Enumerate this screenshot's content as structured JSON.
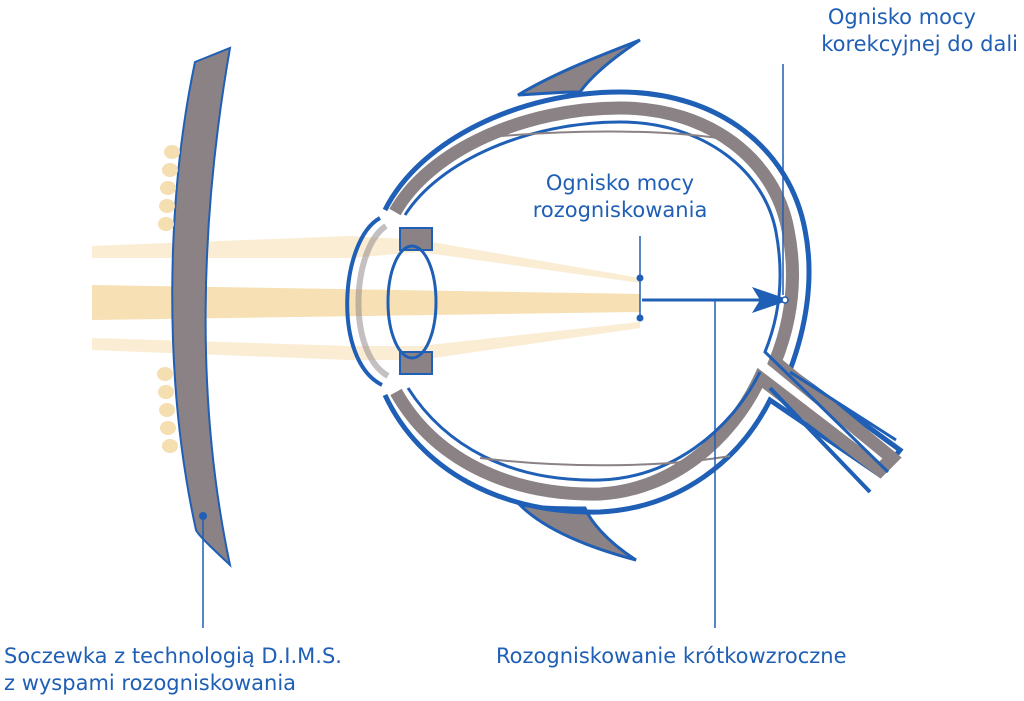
{
  "labels": {
    "distance_focus": [
      "Ognisko mocy",
      "korekcyjnej do dali"
    ],
    "defocus_focus": [
      "Ognisko mocy",
      "rozogniskowania"
    ],
    "lens": [
      "Soczewka z technologią D.I.M.S.",
      "z wyspami rozogniskowania"
    ],
    "myopic_defocus": "Rozogniskowanie krótkowzroczne"
  },
  "colors": {
    "outline_blue": "#1f5fb5",
    "tissue_gray": "#8a8284",
    "light_beam": "#f5deb0",
    "text_blue": "#1f5fb5"
  }
}
